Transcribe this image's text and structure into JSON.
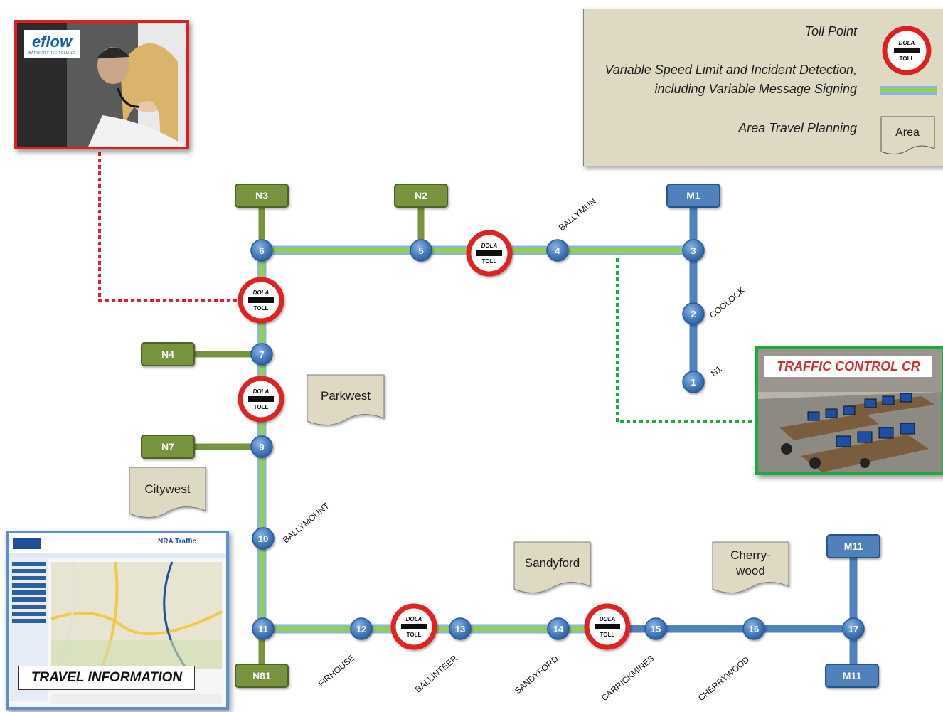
{
  "legend": {
    "toll_point": "Toll Point",
    "vsl_line1": "Variable Speed Limit and Incident Detection,",
    "vsl_line2": "including Variable Message Signing",
    "area_travel": "Area Travel Planning",
    "area_symbol": "Area"
  },
  "toll_sign": {
    "top": "DOLA",
    "bottom": "TOLL"
  },
  "roads": [
    "N3",
    "N2",
    "M1",
    "N4",
    "N7",
    "N81",
    "M11",
    "M11"
  ],
  "junctions": [
    "1",
    "2",
    "3",
    "4",
    "5",
    "6",
    "7",
    "9",
    "10",
    "11",
    "12",
    "13",
    "14",
    "15",
    "16",
    "17"
  ],
  "places": [
    "BALLYMUN",
    "COOLOCK",
    "N1",
    "BALLYMOUNT",
    "FIRHOUSE",
    "BALLINTEER",
    "SANDYFORD",
    "CARRICKMINES",
    "CHERRYWOOD"
  ],
  "areas": {
    "parkwest": "Parkwest",
    "citywest": "Citywest",
    "sandyford": "Sandyford",
    "cherrywood_1": "Cherry-",
    "cherrywood_2": "wood"
  },
  "eflow": {
    "logo": "eflow",
    "tagline": "BARRIER FREE TOLLING"
  },
  "traffic_control": {
    "title": "TRAFFIC CONTROL CR"
  },
  "travel_info": {
    "title": "TRAVEL INFORMATION",
    "brand": "NRA Traffic"
  },
  "colors": {
    "green_route": "#92d050",
    "blue_route": "#4f81bd",
    "road_green": "#77933c",
    "road_blue": "#4f81bd",
    "toll_red": "#e02020",
    "eflow_link": "#e02020",
    "tc_link": "#22a843"
  }
}
